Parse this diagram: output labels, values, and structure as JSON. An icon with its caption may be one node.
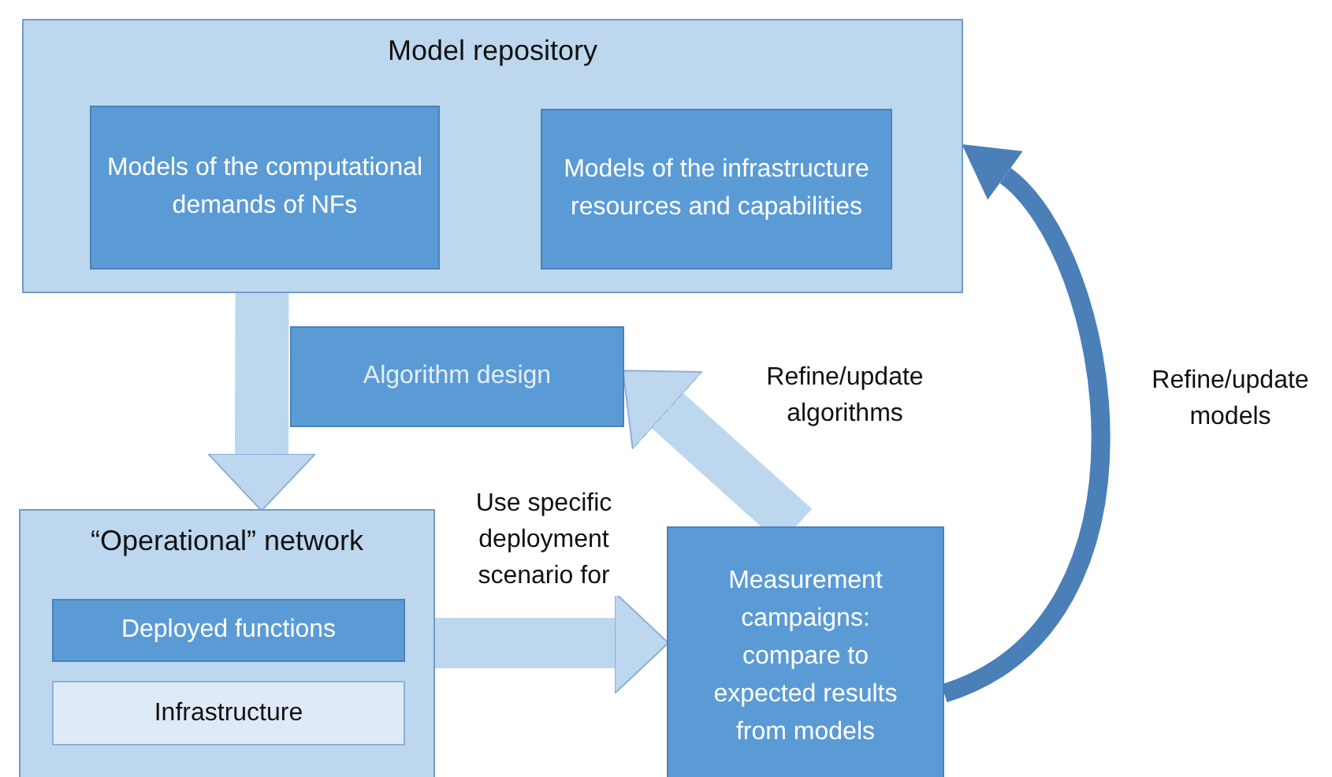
{
  "diagram": {
    "nodes": [
      {
        "text": [
          "Model repository"
        ]
      },
      {
        "text": [
          "Models of the computational demands of NFs"
        ],
        "in": 0
      },
      {
        "text": [
          "Models of the infrastructure resources and capabilities"
        ],
        "in": 0
      },
      {
        "text": [
          "Algorithm design"
        ]
      },
      {
        "text": [
          "“Operational” network"
        ]
      },
      {
        "text": [
          "Deployed functions"
        ],
        "in": 4
      },
      {
        "text": [
          "Infrastructure"
        ],
        "in": 4
      },
      {
        "text": [
          "Measurement campaigns: compare to expected results from models"
        ]
      }
    ],
    "edges": [
      {
        "from": 0,
        "to": 4,
        "arrow": "to"
      },
      {
        "from": 4,
        "to": 7,
        "arrow": "to",
        "label": "Use specific deployment scenario for"
      },
      {
        "from": 7,
        "to": 3,
        "arrow": "to",
        "label": "Refine/update algorithms"
      },
      {
        "from": 7,
        "to": 0,
        "arrow": "to",
        "color": "#4a7fb8",
        "label": "Refine/update models"
      }
    ]
  }
}
